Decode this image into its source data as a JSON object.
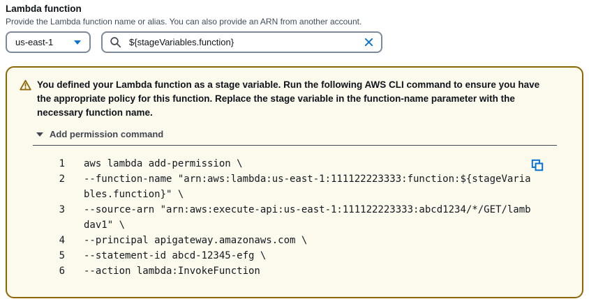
{
  "colors": {
    "accent_blue": "#0972d3",
    "warning_border": "#8d6605",
    "warning_background": "#fcf9ed",
    "text_primary": "#0f141a",
    "text_secondary": "#414d5c",
    "expander_gray": "#424650",
    "input_border": "#7d8998"
  },
  "header": {
    "title": "Lambda function",
    "description": "Provide the Lambda function name or alias. You can also provide an ARN from another account."
  },
  "controls": {
    "region_selector": {
      "value": "us-east-1",
      "caret_icon": "triangle-down-icon"
    },
    "function_search": {
      "value": "${stageVariables.function}",
      "search_icon": "magnifier-icon",
      "clear_icon": "x-close-icon"
    }
  },
  "warning_alert": {
    "icon": "warning-triangle-icon",
    "message": "You defined your Lambda function as a stage variable. Run the following AWS CLI command to ensure you have the appropriate policy for this function. Replace the stage variable in the function-name parameter with the necessary function name.",
    "expander": {
      "label": "Add permission command",
      "state": "expanded",
      "icon": "triangle-down-icon"
    },
    "code_block": {
      "copy_icon": "copy-icon",
      "lines": [
        {
          "num": "1",
          "text": "aws lambda add-permission \\"
        },
        {
          "num": "2",
          "text": "--function-name \"arn:aws:lambda:us-east-1:111122223333:function:${stageVaria\nbles.function}\" \\"
        },
        {
          "num": "3",
          "text": "--source-arn \"arn:aws:execute-api:us-east-1:111122223333:abcd1234/*/GET/lamb\ndav1\" \\"
        },
        {
          "num": "4",
          "text": "--principal apigateway.amazonaws.com \\"
        },
        {
          "num": "5",
          "text": "--statement-id abcd-12345-efg \\"
        },
        {
          "num": "6",
          "text": "--action lambda:InvokeFunction"
        }
      ]
    }
  }
}
